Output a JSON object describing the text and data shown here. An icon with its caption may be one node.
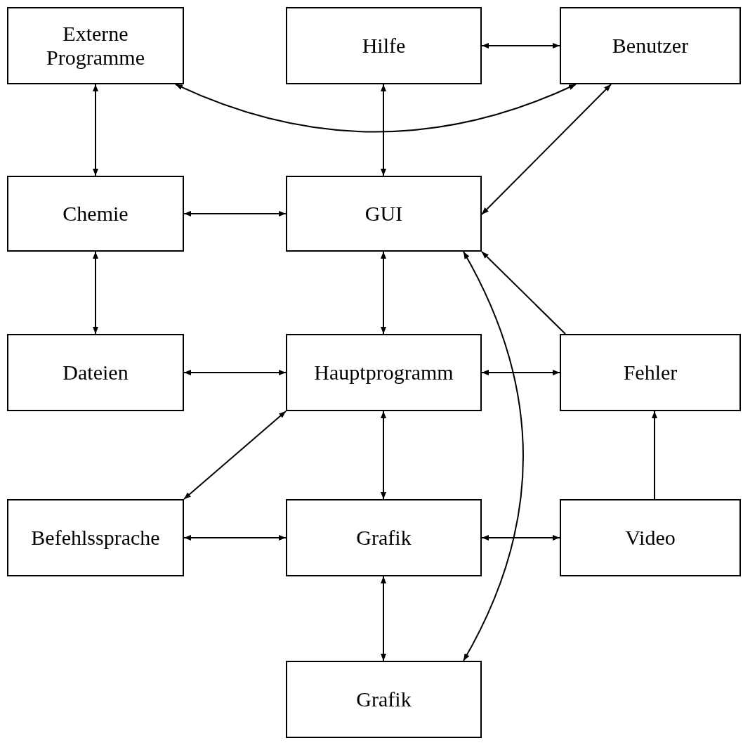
{
  "diagram": {
    "nodes": [
      {
        "text": [
          "Externe Programme"
        ]
      },
      {
        "text": [
          "Hilfe"
        ]
      },
      {
        "text": [
          "Benutzer"
        ]
      },
      {
        "text": [
          "Chemie"
        ]
      },
      {
        "text": [
          "GUI"
        ]
      },
      {
        "text": [
          "Dateien"
        ]
      },
      {
        "text": [
          "Hauptprogramm"
        ]
      },
      {
        "text": [
          "Fehler"
        ]
      },
      {
        "text": [
          "Befehlssprache"
        ]
      },
      {
        "text": [
          "Grafik"
        ]
      },
      {
        "text": [
          "Video"
        ]
      },
      {
        "text": [
          "Grafik"
        ]
      }
    ],
    "edges": [
      {
        "from": 1,
        "to": 2,
        "arrow": "both"
      },
      {
        "from": 0,
        "to": 2,
        "arrow": "both"
      },
      {
        "from": 0,
        "to": 3,
        "arrow": "both"
      },
      {
        "from": 1,
        "to": 4,
        "arrow": "both"
      },
      {
        "from": 2,
        "to": 4,
        "arrow": "both"
      },
      {
        "from": 3,
        "to": 4,
        "arrow": "both"
      },
      {
        "from": 3,
        "to": 5,
        "arrow": "both"
      },
      {
        "from": 4,
        "to": 6,
        "arrow": "both"
      },
      {
        "from": 7,
        "to": 4,
        "arrow": "to"
      },
      {
        "from": 4,
        "to": 11,
        "arrow": "both"
      },
      {
        "from": 5,
        "to": 6,
        "arrow": "both"
      },
      {
        "from": 6,
        "to": 7,
        "arrow": "both"
      },
      {
        "from": 6,
        "to": 8,
        "arrow": "both"
      },
      {
        "from": 6,
        "to": 9,
        "arrow": "both"
      },
      {
        "from": 10,
        "to": 7,
        "arrow": "to"
      },
      {
        "from": 8,
        "to": 9,
        "arrow": "both"
      },
      {
        "from": 9,
        "to": 10,
        "arrow": "both"
      },
      {
        "from": 9,
        "to": 11,
        "arrow": "both"
      }
    ]
  }
}
